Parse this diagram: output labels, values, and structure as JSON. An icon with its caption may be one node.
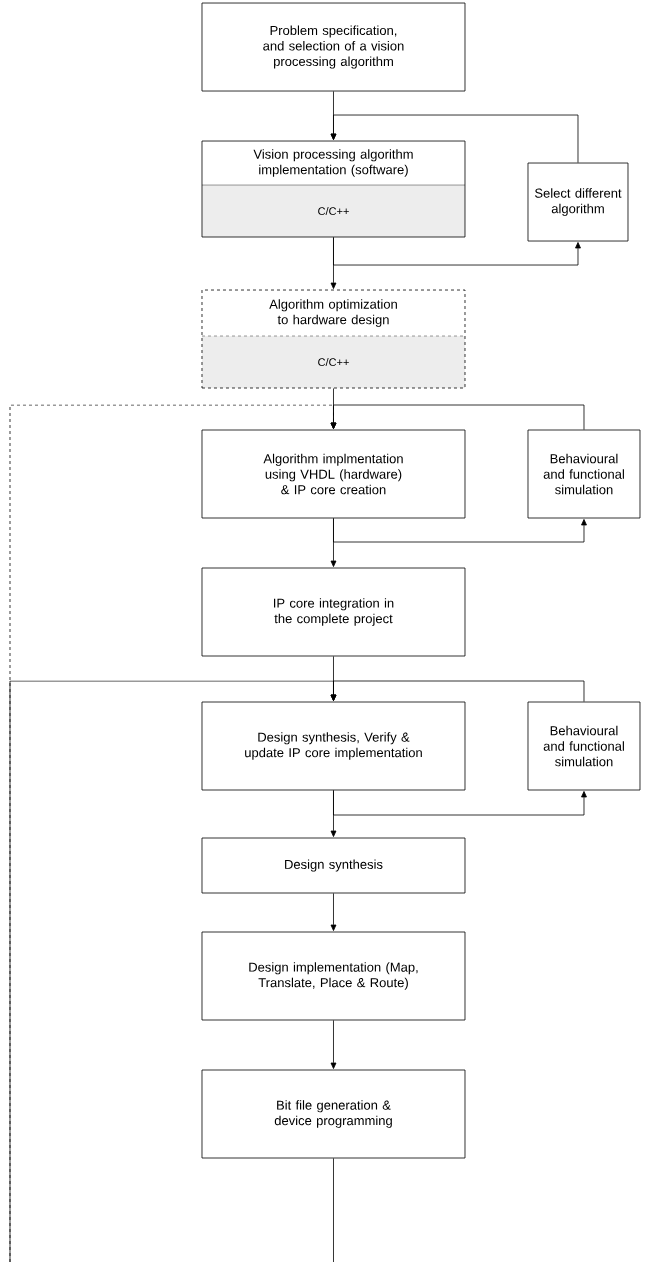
{
  "diagram": {
    "nodes": [
      {
        "text": [
          "Problem specification, and selection of a vision processing algorithm"
        ]
      },
      {
        "text": [
          "Vision processing algorithm implementation (software)",
          "C/C++"
        ]
      },
      {
        "text": [
          "Select different algorithm"
        ]
      },
      {
        "text": [
          "Algorithm optimization to hardware design",
          "C/C++"
        ]
      },
      {
        "text": [
          "Algorithm implmentation using VHDL (hardware) & IP core creation"
        ]
      },
      {
        "text": [
          "Behavioural and functional simulation"
        ]
      },
      {
        "text": [
          "IP core integration in the complete project"
        ]
      },
      {
        "text": [
          "Design synthesis, Verify & update IP core implementation"
        ]
      },
      {
        "text": [
          "Behavioural and functional simulation"
        ]
      },
      {
        "text": [
          "Design synthesis"
        ]
      },
      {
        "text": [
          "Design implementation (Map, Translate, Place & Route)"
        ]
      },
      {
        "text": [
          "Bit file generation & device programming"
        ]
      }
    ],
    "edges": [
      {
        "from": 0,
        "to": 1,
        "arrow": "to"
      },
      {
        "from": 2,
        "to": 1,
        "arrow": "to"
      },
      {
        "from": 1,
        "to": 3,
        "arrow": "to"
      },
      {
        "from": 1,
        "to": 2,
        "arrow": "to"
      },
      {
        "from": 3,
        "to": 4,
        "arrow": "to"
      },
      {
        "from": 5,
        "to": 4,
        "arrow": "to"
      },
      {
        "from": null,
        "to": 4,
        "arrow": "to",
        "style": "dashed"
      },
      {
        "from": 4,
        "to": 5,
        "arrow": "to"
      },
      {
        "from": 4,
        "to": 6,
        "arrow": "to"
      },
      {
        "from": 6,
        "to": 7,
        "arrow": "to"
      },
      {
        "from": 8,
        "to": 7,
        "arrow": "to"
      },
      {
        "from": null,
        "to": 7,
        "arrow": "to"
      },
      {
        "from": 7,
        "to": 8,
        "arrow": "to"
      },
      {
        "from": 7,
        "to": 9,
        "arrow": "to"
      },
      {
        "from": 9,
        "to": 10,
        "arrow": "to"
      },
      {
        "from": 10,
        "to": 11,
        "arrow": "to"
      },
      {
        "from": 11,
        "to": null,
        "arrow": "none"
      }
    ]
  }
}
